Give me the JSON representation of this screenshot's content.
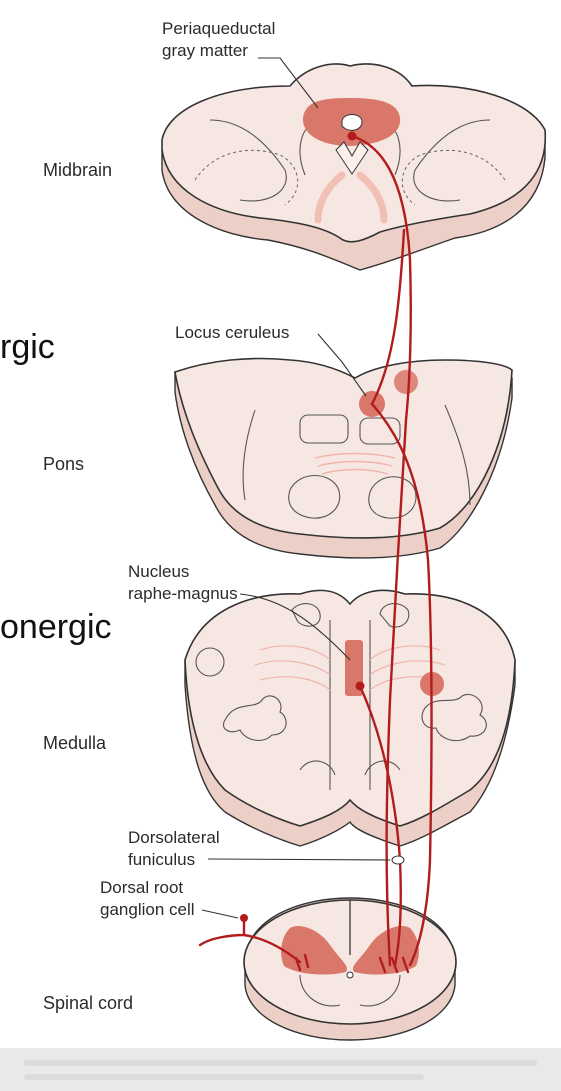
{
  "labels": {
    "periaqueductal": [
      "Periaqueductal",
      "gray matter"
    ],
    "midbrain": "Midbrain",
    "locus": "Locus ceruleus",
    "pons": "Pons",
    "nucleus": [
      "Nucleus",
      "raphe-magnus"
    ],
    "medulla": "Medulla",
    "dorsolateral": [
      "Dorsolateral",
      "funiculus"
    ],
    "drg": [
      "Dorsal root",
      "ganglion cell"
    ],
    "spinal": "Spinal cord"
  },
  "overlay": {
    "partial_left": "rgic",
    "partial_right": "onergic"
  },
  "colors": {
    "tissue": "#f7e7e2",
    "tissue_shadow": "#ecd0c8",
    "outline": "#333333",
    "nucleus": "#d9776a",
    "pathway": "#b21c1c",
    "faint_pathway": "#f0b5aa"
  }
}
